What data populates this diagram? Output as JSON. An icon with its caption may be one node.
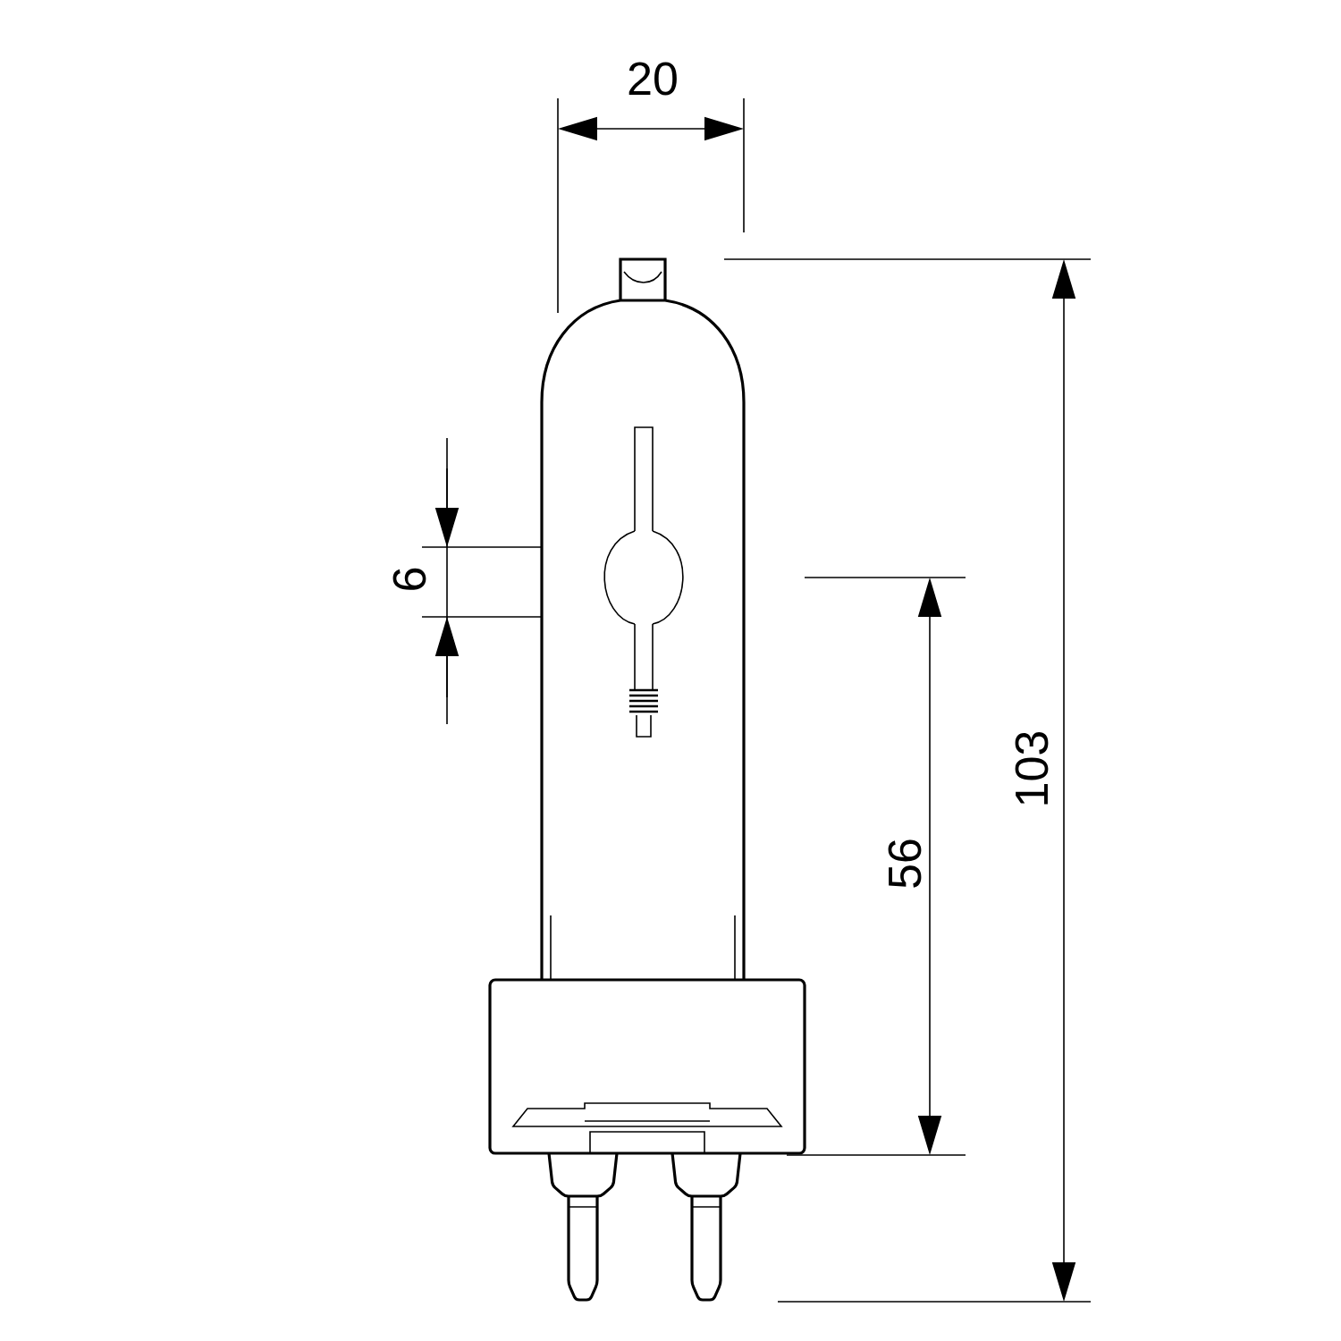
{
  "diagram": {
    "labels": [
      "20",
      "6",
      "56",
      "103"
    ]
  }
}
